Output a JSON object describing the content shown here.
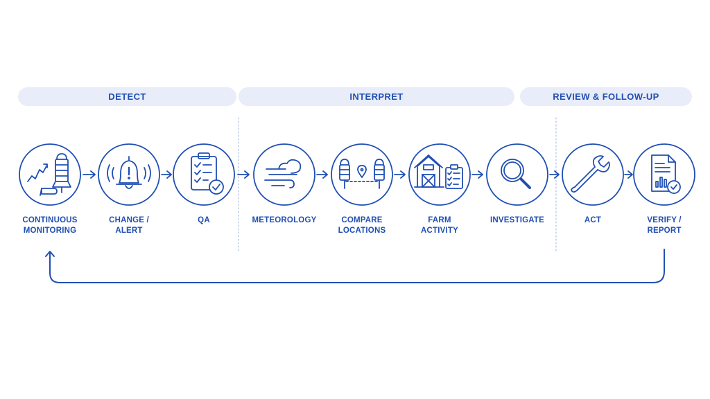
{
  "phases": [
    {
      "label": "DETECT"
    },
    {
      "label": "INTERPRET"
    },
    {
      "label": "REVIEW & FOLLOW-UP"
    }
  ],
  "steps": [
    {
      "lines": [
        "CONTINUOUS",
        "MONITORING"
      ],
      "icon": "monitoring-sensor-icon"
    },
    {
      "lines": [
        "CHANGE /",
        "ALERT"
      ],
      "icon": "alarm-bell-icon"
    },
    {
      "lines": [
        "QA"
      ],
      "icon": "checklist-clipboard-icon"
    },
    {
      "lines": [
        "METEOROLOGY"
      ],
      "icon": "wind-cloud-icon"
    },
    {
      "lines": [
        "COMPARE",
        "LOCATIONS"
      ],
      "icon": "compare-locations-icon"
    },
    {
      "lines": [
        "FARM",
        "ACTIVITY"
      ],
      "icon": "barn-checklist-icon"
    },
    {
      "lines": [
        "INVESTIGATE"
      ],
      "icon": "magnifier-icon"
    },
    {
      "lines": [
        "ACT"
      ],
      "icon": "wrench-icon"
    },
    {
      "lines": [
        "VERIFY /",
        "REPORT"
      ],
      "icon": "report-verified-icon"
    }
  ],
  "colors": {
    "accent": "#1f4fb3",
    "phase_background": "#e9edf9",
    "divider": "#9fb3dd",
    "circle_fill": "#ffffff"
  }
}
